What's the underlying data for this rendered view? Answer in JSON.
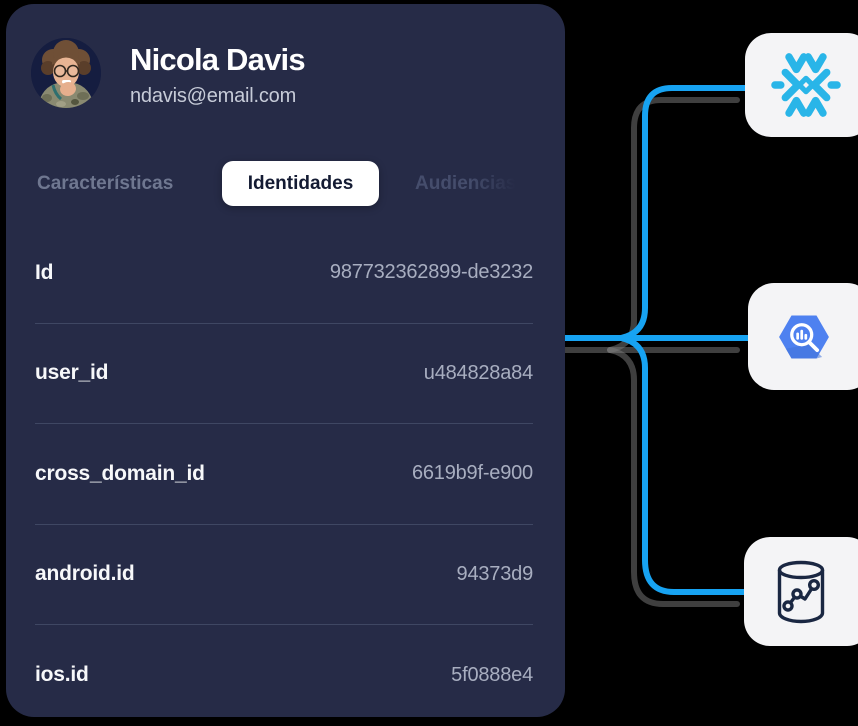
{
  "profile": {
    "name": "Nicola Davis",
    "email": "ndavis@email.com"
  },
  "tabs": [
    {
      "label": "Características",
      "state": "inactive"
    },
    {
      "label": "Identidades",
      "state": "active"
    },
    {
      "label": "Audiencias",
      "state": "disabled"
    }
  ],
  "identities": [
    {
      "label": "Id",
      "value": "987732362899-de3232"
    },
    {
      "label": "user_id",
      "value": "u484828a84"
    },
    {
      "label": "cross_domain_id",
      "value": "6619b9f-e900"
    },
    {
      "label": "android.id",
      "value": "94373d9"
    },
    {
      "label": "ios.id",
      "value": "5f0888e4"
    }
  ],
  "destinations": [
    {
      "name": "Snowflake",
      "icon": "snowflake-icon"
    },
    {
      "name": "BigQuery",
      "icon": "bigquery-icon"
    },
    {
      "name": "Database",
      "icon": "database-icon"
    }
  ],
  "colors": {
    "background": "#000000",
    "card_background": "#262b47",
    "connector_blue": "#17a3f2",
    "snowflake_blue": "#29b5e8",
    "bigquery_blue": "#4e81f0",
    "database_navy": "#1a2742",
    "divider": "#3f4763",
    "value_text": "#a8aec0",
    "active_tab_text": "#141b33"
  }
}
